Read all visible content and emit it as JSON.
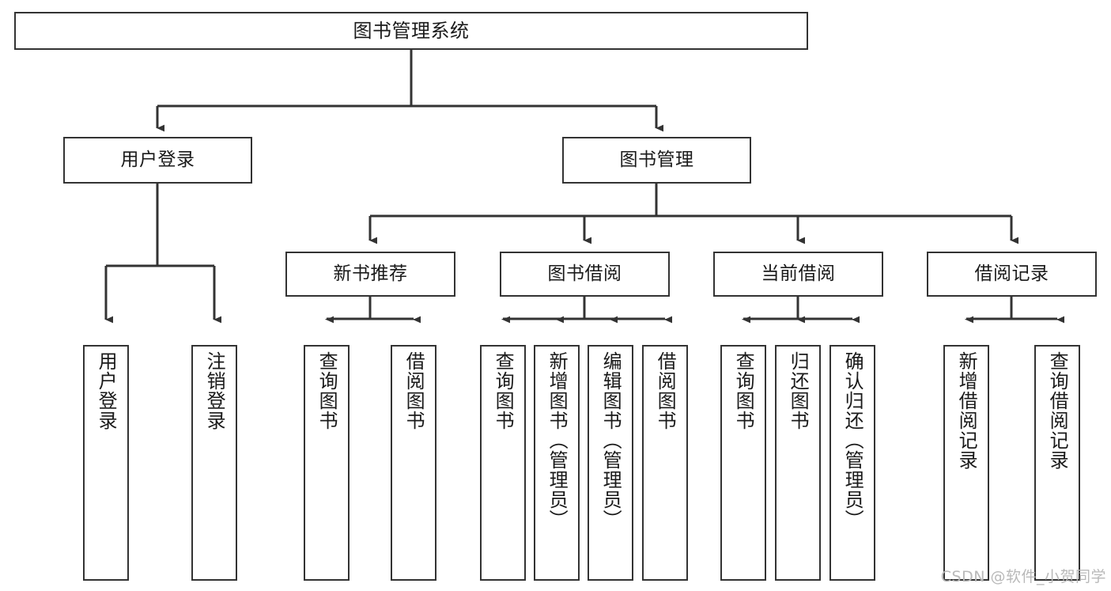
{
  "diagram": {
    "title": "图书管理系统",
    "type": "tree-hierarchy-chart",
    "stroke_color": "#333333",
    "background_color": "#ffffff",
    "text_color": "#1a1a1a"
  },
  "nodes": {
    "root": {
      "label": "图书管理系统"
    },
    "level2": [
      {
        "id": "user-login",
        "label": "用户登录"
      },
      {
        "id": "book-management",
        "label": "图书管理"
      }
    ],
    "level3": [
      {
        "id": "new-book-recommend",
        "label": "新书推荐"
      },
      {
        "id": "book-borrow",
        "label": "图书借阅"
      },
      {
        "id": "current-borrow",
        "label": "当前借阅"
      },
      {
        "id": "borrow-record",
        "label": "借阅记录"
      }
    ],
    "leaves": {
      "user_login": [
        {
          "id": "leaf-user-login",
          "label": "用户登录"
        },
        {
          "id": "leaf-logout",
          "label": "注销登录"
        }
      ],
      "new_book_recommend": [
        {
          "id": "leaf-query-books-1",
          "label": "查询图书"
        },
        {
          "id": "leaf-borrow-books-1",
          "label": "借阅图书"
        }
      ],
      "book_borrow": [
        {
          "id": "leaf-query-books-2",
          "label": "查询图书"
        },
        {
          "id": "leaf-add-book",
          "label": "新增图书（管理员）"
        },
        {
          "id": "leaf-edit-book",
          "label": "编辑图书（管理员）"
        },
        {
          "id": "leaf-borrow-books-2",
          "label": "借阅图书"
        }
      ],
      "current_borrow": [
        {
          "id": "leaf-query-books-3",
          "label": "查询图书"
        },
        {
          "id": "leaf-return-book",
          "label": "归还图书"
        },
        {
          "id": "leaf-confirm-return",
          "label": "确认归还（管理员）"
        }
      ],
      "borrow_record": [
        {
          "id": "leaf-add-record",
          "label": "新增借阅记录"
        },
        {
          "id": "leaf-query-record",
          "label": "查询借阅记录"
        }
      ]
    }
  },
  "watermark": {
    "text": "CSDN @软件_小贺同学"
  }
}
